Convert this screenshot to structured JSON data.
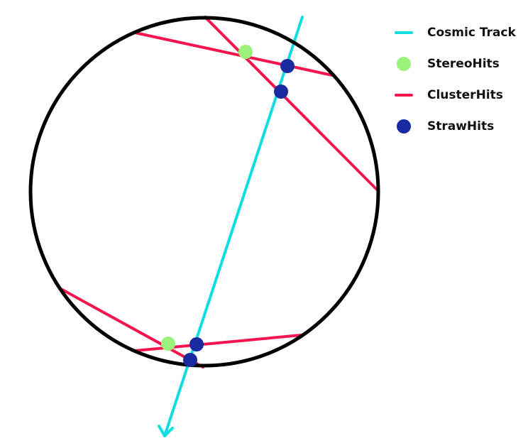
{
  "colors": {
    "cosmic_track": "#10dde0",
    "stereo_hits": "#9af27a",
    "cluster_hits": "#f5154e",
    "straw_hits": "#1a2aa0",
    "detector": "#000000"
  },
  "legend": [
    {
      "label": "Cosmic Track",
      "symbol": "line",
      "color_key": "cosmic_track",
      "icon": "cosmic-track-line-icon"
    },
    {
      "label": "StereoHits",
      "symbol": "dot",
      "color_key": "stereo_hits",
      "icon": "stereo-hit-dot-icon"
    },
    {
      "label": "ClusterHits",
      "symbol": "line",
      "color_key": "cluster_hits",
      "icon": "cluster-hit-line-icon"
    },
    {
      "label": "StrawHits",
      "symbol": "dot",
      "color_key": "straw_hits",
      "icon": "straw-hit-dot-icon"
    }
  ]
}
